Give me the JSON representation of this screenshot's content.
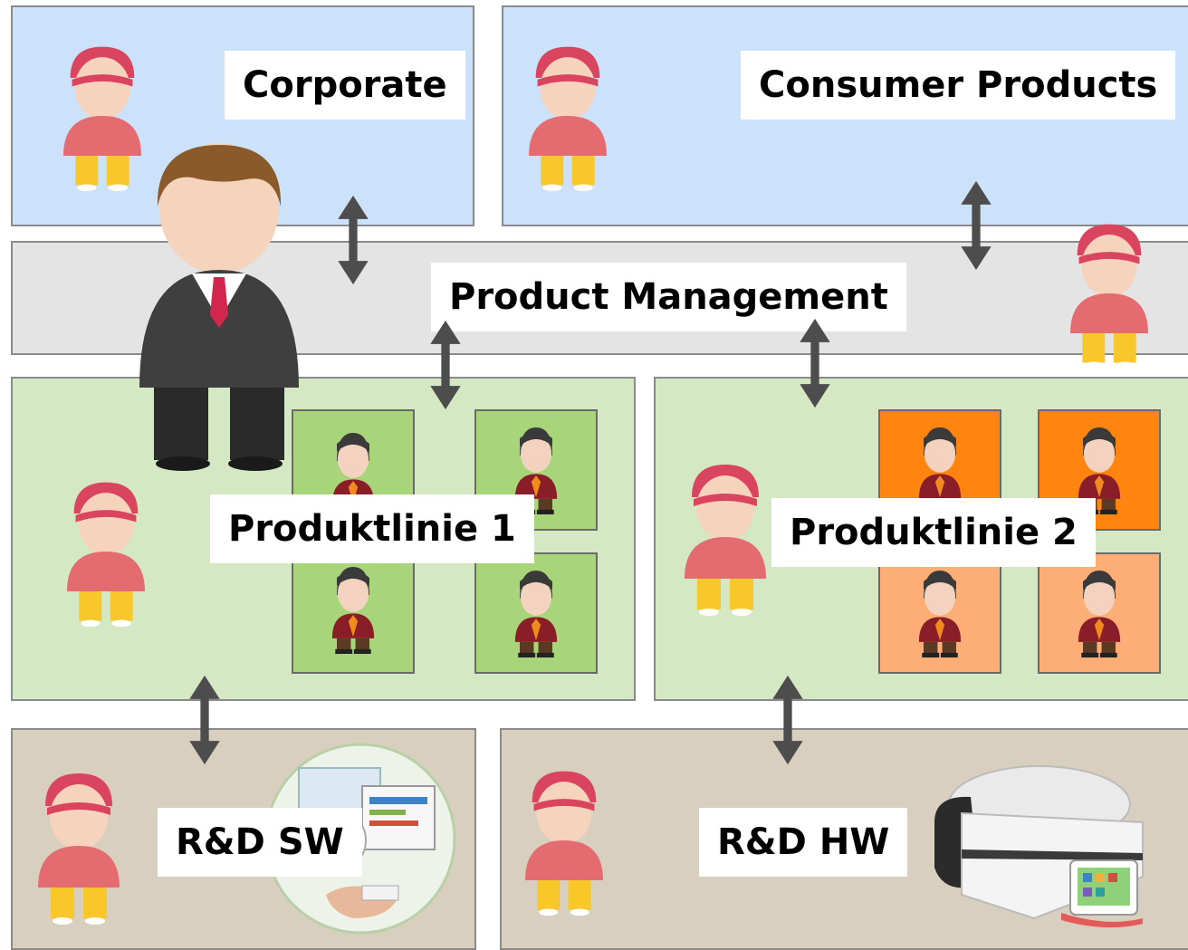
{
  "diagram": {
    "labels": {
      "corporate": "Corporate",
      "consumer_products": "Consumer Products",
      "product_management": "Product Management",
      "produktlinie_1": "Produktlinie 1",
      "produktlinie_2": "Produktlinie 2",
      "rd_sw": "R&D SW",
      "rd_hw": "R&D HW"
    },
    "colors": {
      "corporate_fill": "#cce2fb",
      "consumer_fill": "#cce2fb",
      "product_mgmt_fill": "#e4e4e4",
      "productline_fill": "#d5e8c4",
      "rd_fill": "#d9cfbf",
      "tile_green": "#a8d47a",
      "tile_orange_dark": "#ff8410",
      "tile_orange_light": "#fdae77",
      "arrow": "#4d4d4d"
    },
    "icons": [
      "person-red-cap-icon",
      "manager-icon",
      "worker-icon",
      "bidirectional-arrow-icon",
      "software-collage-icon",
      "furnace-device-icon"
    ]
  }
}
